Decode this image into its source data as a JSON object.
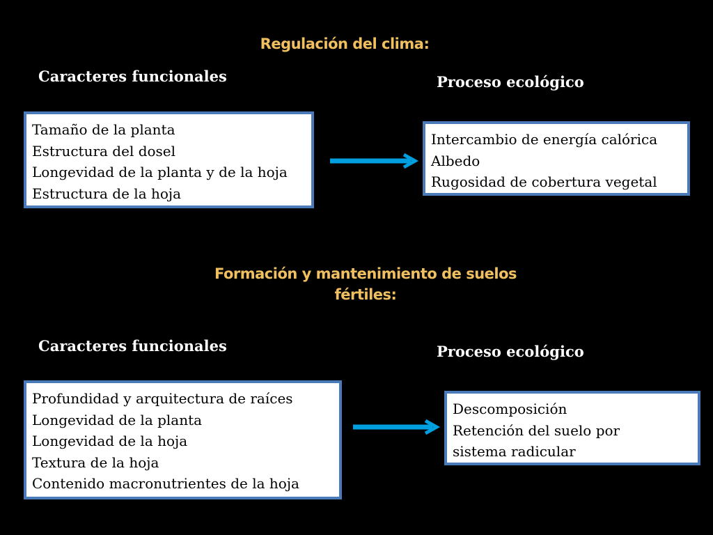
{
  "colors": {
    "background": "#000000",
    "title": "#f0c060",
    "box_border": "#4a7ab8",
    "arrow": "#00a0e0"
  },
  "sections": [
    {
      "title": "Regulación del clima:",
      "left_header": "Caracteres funcionales",
      "right_header": "Proceso ecológico",
      "left_items": [
        "Tamaño de la planta",
        "Estructura del dosel",
        "Longevidad de la planta y de la hoja",
        "Estructura de la hoja"
      ],
      "right_items": [
        "Intercambio de energía calórica",
        "Albedo",
        "Rugosidad de cobertura vegetal"
      ]
    },
    {
      "title": "Formación y mantenimiento de suelos fértiles:",
      "left_header": "Caracteres funcionales",
      "right_header": "Proceso ecológico",
      "left_items": [
        "Profundidad y arquitectura  de raíces",
        "Longevidad de la planta",
        "Longevidad de la hoja",
        "Textura de la hoja",
        "Contenido macronutrientes de la hoja"
      ],
      "right_items": [
        "Descomposición",
        "Retención del suelo por",
        "sistema radicular"
      ]
    }
  ]
}
